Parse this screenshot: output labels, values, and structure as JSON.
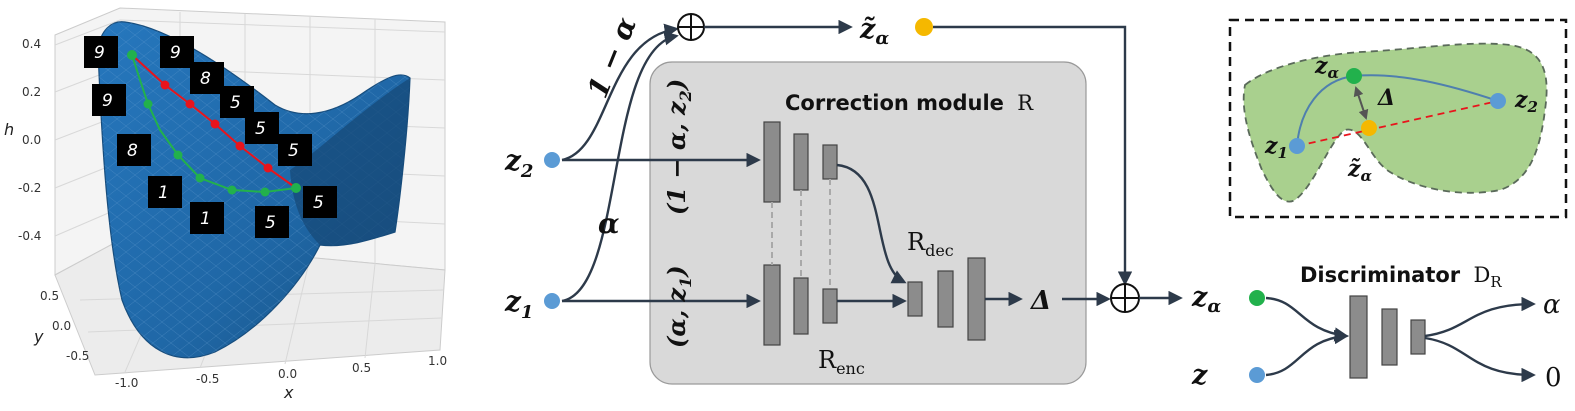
{
  "plot": {
    "z_ticks": [
      "0.4",
      "0.2",
      "0.0",
      "-0.2",
      "-0.4"
    ],
    "x_ticks": [
      "-1.0",
      "-0.5",
      "0.0",
      "0.5",
      "1.0"
    ],
    "y_ticks": [
      "0.5",
      "0.0",
      "-0.5"
    ],
    "x_label": "x",
    "y_label": "y",
    "z_label": "h",
    "digits_red": [
      "9",
      "8",
      "5",
      "5",
      "5"
    ],
    "digits_green": [
      "9",
      "8",
      "1",
      "1",
      "5",
      "5"
    ],
    "colors": {
      "surface": "#1f67a6",
      "surface_dark": "#1a4f80",
      "red_path": "#e8141c",
      "green_path": "#22b14c"
    }
  },
  "diagram": {
    "z2": "z",
    "z2_sub": "2",
    "z1": "z",
    "z1_sub": "1",
    "one_minus_alpha": "1 − α",
    "alpha": "α",
    "z_tilde": "z̃",
    "z_tilde_sub": "α",
    "correction_title": "Correction module",
    "correction_symbol": "R",
    "input_top": "(1 − α, z",
    "input_top_sub": "2",
    "input_top_close": ")",
    "input_bottom": "(α, z",
    "input_bottom_sub": "1",
    "input_bottom_close": ")",
    "r_dec": "R",
    "r_dec_sub": "dec",
    "r_enc": "R",
    "r_enc_sub": "enc",
    "delta": "Δ",
    "z_alpha": "z",
    "z_alpha_sub": "α",
    "discriminator_title": "Discriminator",
    "discriminator_symbol": "D",
    "discriminator_sub": "R",
    "z": "z",
    "out_alpha": "α",
    "out_zero": "0",
    "colors": {
      "module_bg": "#d9d9d9",
      "block": "#8c8c8c",
      "blue_dot": "#5b9bd5",
      "yellow_dot": "#f5b800",
      "green_dot": "#22b14c",
      "manifold": "#a9d08e"
    }
  },
  "inset": {
    "z_alpha": "z",
    "z_alpha_sub": "α",
    "delta": "Δ",
    "z2": "z",
    "z2_sub": "2",
    "z1": "z",
    "z1_sub": "1",
    "z_tilde": "z̃",
    "z_tilde_sub": "α"
  }
}
